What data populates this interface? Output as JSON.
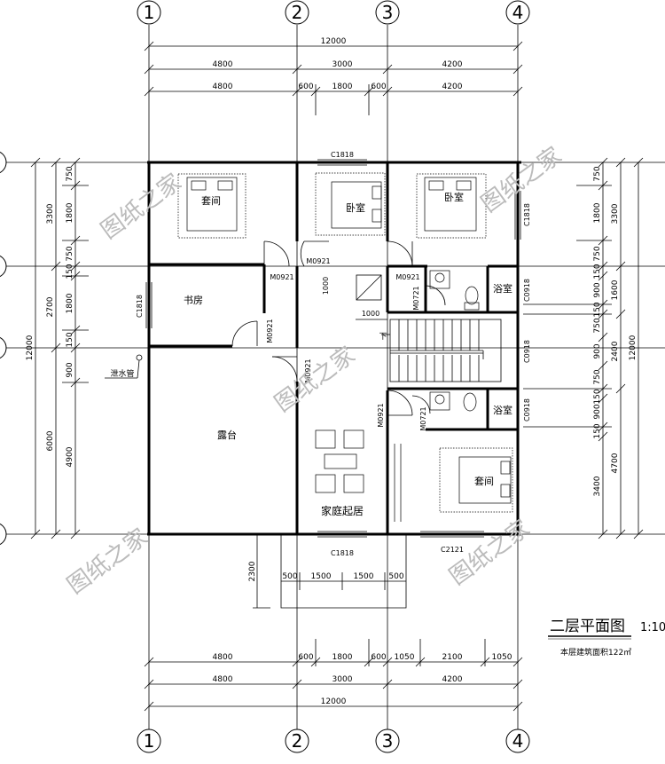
{
  "axes": {
    "cols": [
      "1",
      "2",
      "3",
      "4"
    ],
    "rows": [
      "",
      "",
      "",
      ""
    ]
  },
  "dims_top": {
    "total": "12000",
    "row2": [
      "4800",
      "3000",
      "4200"
    ],
    "row3": [
      "4800",
      "600",
      "1800",
      "600",
      "4200"
    ]
  },
  "dims_bottom": {
    "row1": [
      "4800",
      "600",
      "1800",
      "600",
      "1050",
      "2100",
      "1050"
    ],
    "row2": [
      "4800",
      "3000",
      "4200"
    ],
    "total": "12000"
  },
  "dims_left": {
    "outer": "12000",
    "mid": [
      "3300",
      "2700",
      "6000"
    ],
    "inner": [
      "750",
      "1800",
      "750",
      "150",
      "1800",
      "150",
      "900",
      "4900"
    ],
    "extra": [
      "150",
      "1000",
      "1000"
    ]
  },
  "dims_right": {
    "outer": "12000",
    "mid": [
      "3300",
      "1600",
      "2400",
      "4700",
      "3400"
    ],
    "inner": [
      "750",
      "1800",
      "750",
      "150",
      "900",
      "150",
      "750",
      "900",
      "750",
      "150",
      "900",
      "150"
    ]
  },
  "dims_porch": [
    "2300",
    "500",
    "1500",
    "1500",
    "500"
  ],
  "rooms": {
    "suite_nw": "套间",
    "bedroom_mid": "卧室",
    "bedroom_ne": "卧室",
    "study": "书房",
    "terrace": "露台",
    "living": "家庭起居",
    "bath_top": "浴室",
    "bath_bottom": "浴室",
    "suite_se": "套间",
    "drain_pipe": "泄水管",
    "stair_down": "下"
  },
  "labels": {
    "win_top": "C1818",
    "win_bottom_mid": "C1818",
    "win_bottom_right": "C2121",
    "win_ne_side": "C1818",
    "win_study": "C1818",
    "win_bath1": "C0918",
    "win_stair": "C0918",
    "win_bath2": "C0918",
    "door_1": "M0921",
    "door_2": "M0921",
    "door_3": "M0921",
    "door_4": "M0921",
    "door_5": "M0921",
    "door_6": "M0721",
    "door_7": "M0921",
    "door_8": "M0721"
  },
  "title": {
    "main": "二层平面图",
    "scale": "1:10",
    "area": "本层建筑面积122㎡"
  },
  "watermark": "图纸之家"
}
